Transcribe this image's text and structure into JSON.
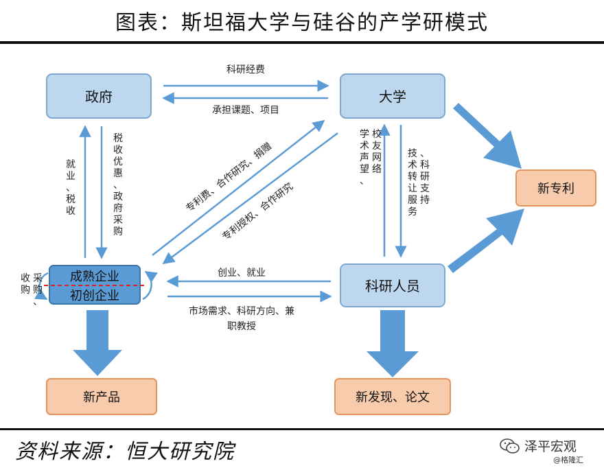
{
  "title": "图表：斯坦福大学与硅谷的产学研模式",
  "boxes": {
    "government": "政府",
    "university": "大学",
    "mature": "成熟企业",
    "startup": "初创企业",
    "researchers": "科研人员",
    "patent": "新专利",
    "product": "新产品",
    "discovery": "新发现、论文"
  },
  "labels": {
    "research_funds": "科研经费",
    "projects": "承担课题、项目",
    "employment_tax": "就业、税收",
    "tax_incentives": "税收优惠、政府采购",
    "patent_fees": "专利费、合作研究、捐赠",
    "licensing": "专利授权、合作研究",
    "reputation": "学术声望、校友网络",
    "tech_support": "技术转让服务、科研支持",
    "startup_jobs": "创业、就业",
    "market_needs_1": "市场需求、科研方向、兼",
    "market_needs_2": "职教授",
    "procurement": "采购、收购"
  },
  "source": "资料来源：恒大研究院",
  "watermark": {
    "name": "泽平宏观",
    "sub": "@格隆汇"
  },
  "colors": {
    "box_blue": "#bdd7ee",
    "box_blue_border": "#7ea6cf",
    "box_orange": "#f8cbad",
    "box_orange_border": "#e2945e",
    "arrow_blue": "#5b9bd5",
    "company_blue": "#5b9bd5",
    "dash_red": "#e02020"
  }
}
